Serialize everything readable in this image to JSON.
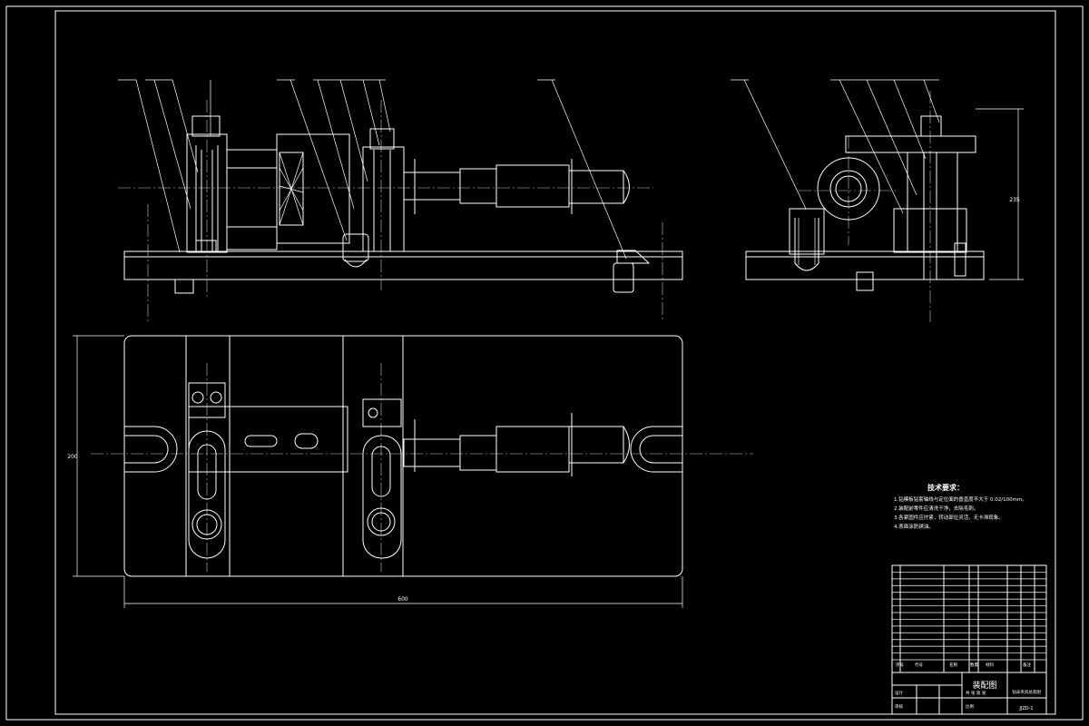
{
  "technical_requirements": {
    "title": "技术要求：",
    "items": [
      "1.钻模板钻套轴线与定位面的垂直度不大于 0.02/100mm。",
      "2.装配前零件应清洗干净，去除毛刺。",
      "3.各紧固件应拧紧，转动部位灵活，无卡滞现象。",
      "4.表面涂防锈油。"
    ]
  },
  "title_block": {
    "drawing_name": "装配图",
    "designer_label": "设计",
    "check_label": "审核",
    "scale_label": "比例",
    "sheet_label": "共 张 第 张",
    "drawing_code": "JJZD-1",
    "product_name": "钻床夹具总装图"
  },
  "parts_list_headers": {
    "no": "序号",
    "code": "代号",
    "name": "名称",
    "qty": "数量",
    "material": "材料",
    "remark": "备注"
  },
  "dimensions": {
    "overall_length": "600",
    "overall_width": "200",
    "height": "235"
  }
}
